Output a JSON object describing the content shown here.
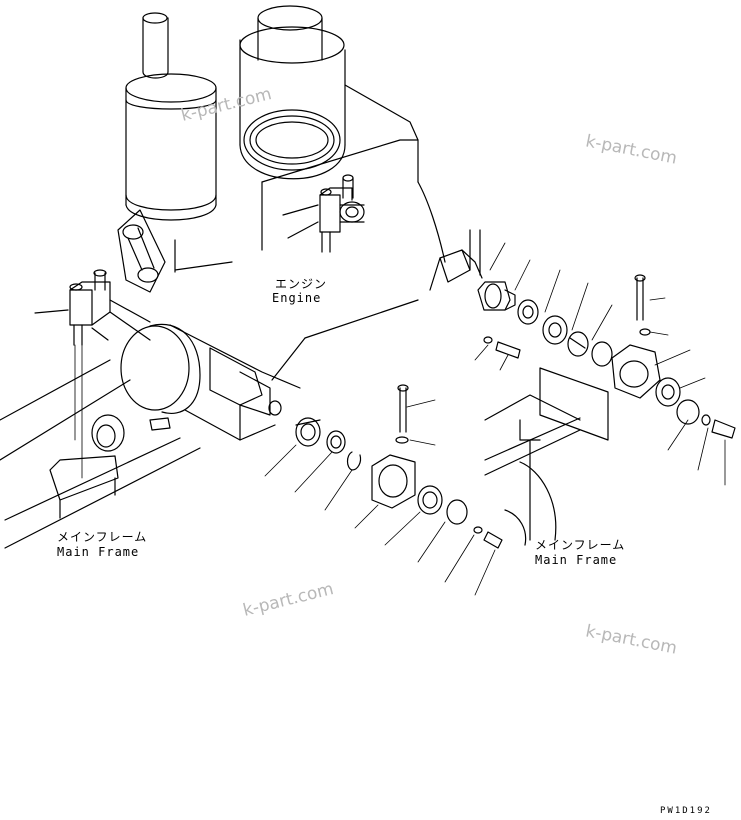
{
  "labels": {
    "engine_jp": "エンジン",
    "engine_en": "Engine",
    "main_frame_left_jp": "メインフレーム",
    "main_frame_left_en": "Main Frame",
    "main_frame_right_jp": "メインフレーム",
    "main_frame_right_en": "Main Frame"
  },
  "watermark": "k-part.com",
  "drawing_code": "PW1D192"
}
